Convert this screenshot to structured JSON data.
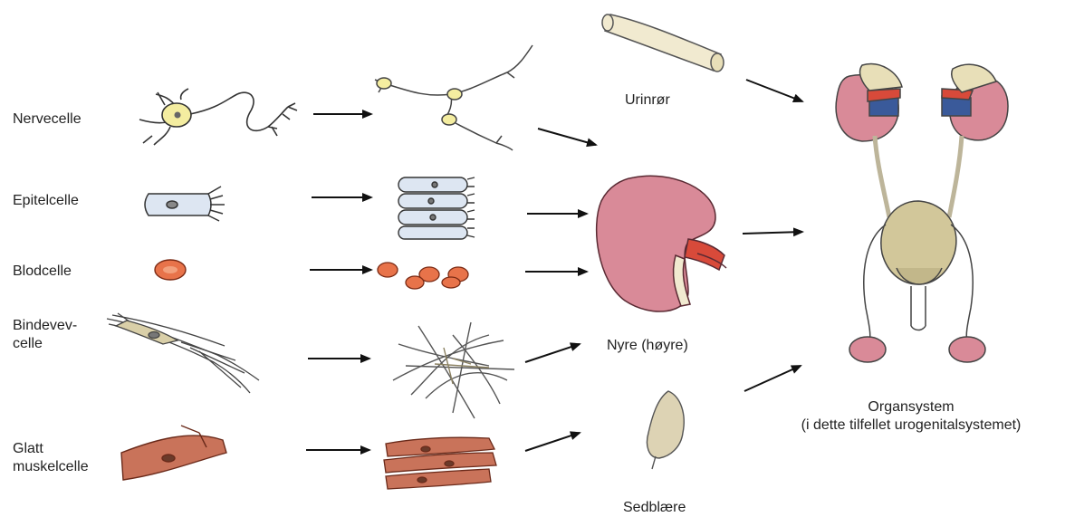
{
  "cells": [
    {
      "label_lines": [
        "Nervecelle"
      ]
    },
    {
      "label_lines": [
        "Epitelcelle"
      ]
    },
    {
      "label_lines": [
        "Blodcelle"
      ]
    },
    {
      "label_lines": [
        "Bindevev-",
        "celle"
      ]
    },
    {
      "label_lines": [
        "Glatt",
        "muskelcelle"
      ]
    }
  ],
  "organs": {
    "urinror": "Urinrør",
    "nyre": "Nyre (høyre)",
    "sedblaere": "Sedblære"
  },
  "organsystem": {
    "line1": "Organsystem",
    "line2": "(i dette tilfellet urogenitalsystemet)"
  },
  "colors": {
    "nerve": "#f4eda0",
    "epithelium": "#dde6f2",
    "blood": "#e8734a",
    "connective": "#d9cfa8",
    "muscle": "#c9735a",
    "kidney": "#d98a98",
    "vessel_red": "#d84a3a",
    "vessel_blue": "#3a5a9a",
    "tube": "#f1ead0",
    "arrow": "#111111"
  }
}
